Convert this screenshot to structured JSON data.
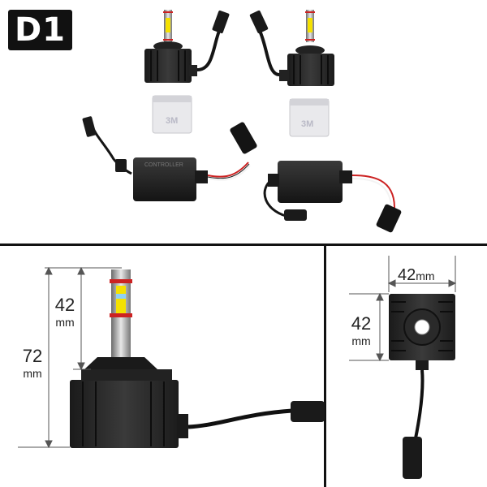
{
  "badge": {
    "label": "D1"
  },
  "brand_text": {
    "sticker": "3M",
    "control_box": "CONTROLLER"
  },
  "side_view": {
    "bulb_height": {
      "value": "42",
      "unit": "mm"
    },
    "total_height": {
      "value": "72",
      "unit": "mm"
    }
  },
  "rear_view": {
    "width": {
      "value": "42",
      "unit": "mm"
    },
    "height": {
      "value": "42",
      "unit": "mm"
    }
  },
  "colors": {
    "badge_bg": "#111111",
    "divider": "#111111",
    "led_yellow": "#f5e100",
    "ring_red": "#cc2222"
  }
}
